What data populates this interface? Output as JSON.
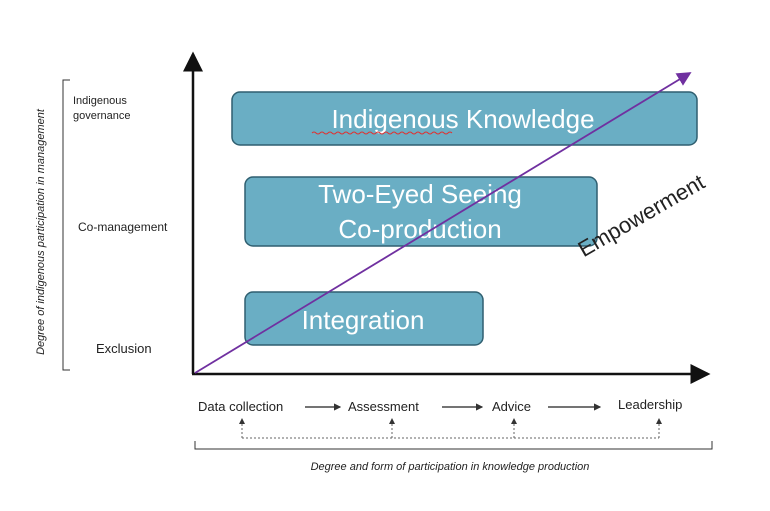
{
  "y_axis": {
    "title": "Degree of indigenous participation in management",
    "levels": [
      {
        "line1": "Indigenous",
        "line2": "governance"
      },
      {
        "label": "Co-management"
      },
      {
        "label": "Exclusion"
      }
    ]
  },
  "x_axis": {
    "title": "Degree and form of participation in knowledge production",
    "stages": [
      "Data collection",
      "Assessment",
      "Advice",
      "Leadership"
    ]
  },
  "boxes": {
    "top": "Indigenous Knowledge",
    "middle_line1": "Two-Eyed Seeing",
    "middle_line2": "Co-production",
    "bottom": "Integration"
  },
  "diagonal": {
    "label": "Empowerment",
    "color": "#7030a0"
  },
  "colors": {
    "box_fill": "#6aaec4",
    "box_stroke": "#2f5f70"
  }
}
